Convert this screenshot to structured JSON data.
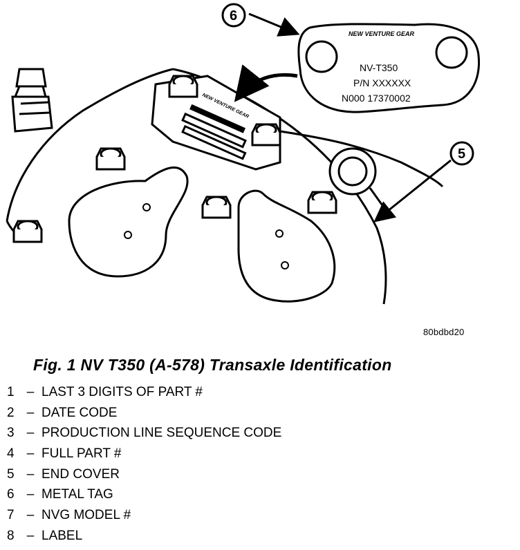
{
  "figure_code": "80bdbd20",
  "caption": "Fig. 1 NV T350 (A-578) Transaxle Identification",
  "callouts": {
    "c6": "6",
    "c5": "5"
  },
  "tag": {
    "brand": "NEW VENTURE GEAR",
    "model": "NV-T350",
    "part": "P/N XXXXXX",
    "serial": "N000 17370002"
  },
  "small_label_text": "NEW VENTURE GEAR",
  "legend": [
    {
      "num": "1",
      "text": "LAST 3 DIGITS OF PART #"
    },
    {
      "num": "2",
      "text": "DATE CODE"
    },
    {
      "num": "3",
      "text": "PRODUCTION LINE SEQUENCE CODE"
    },
    {
      "num": "4",
      "text": "FULL PART #"
    },
    {
      "num": "5",
      "text": "END COVER"
    },
    {
      "num": "6",
      "text": "METAL TAG"
    },
    {
      "num": "7",
      "text": "NVG MODEL #"
    },
    {
      "num": "8",
      "text": "LABEL"
    }
  ]
}
